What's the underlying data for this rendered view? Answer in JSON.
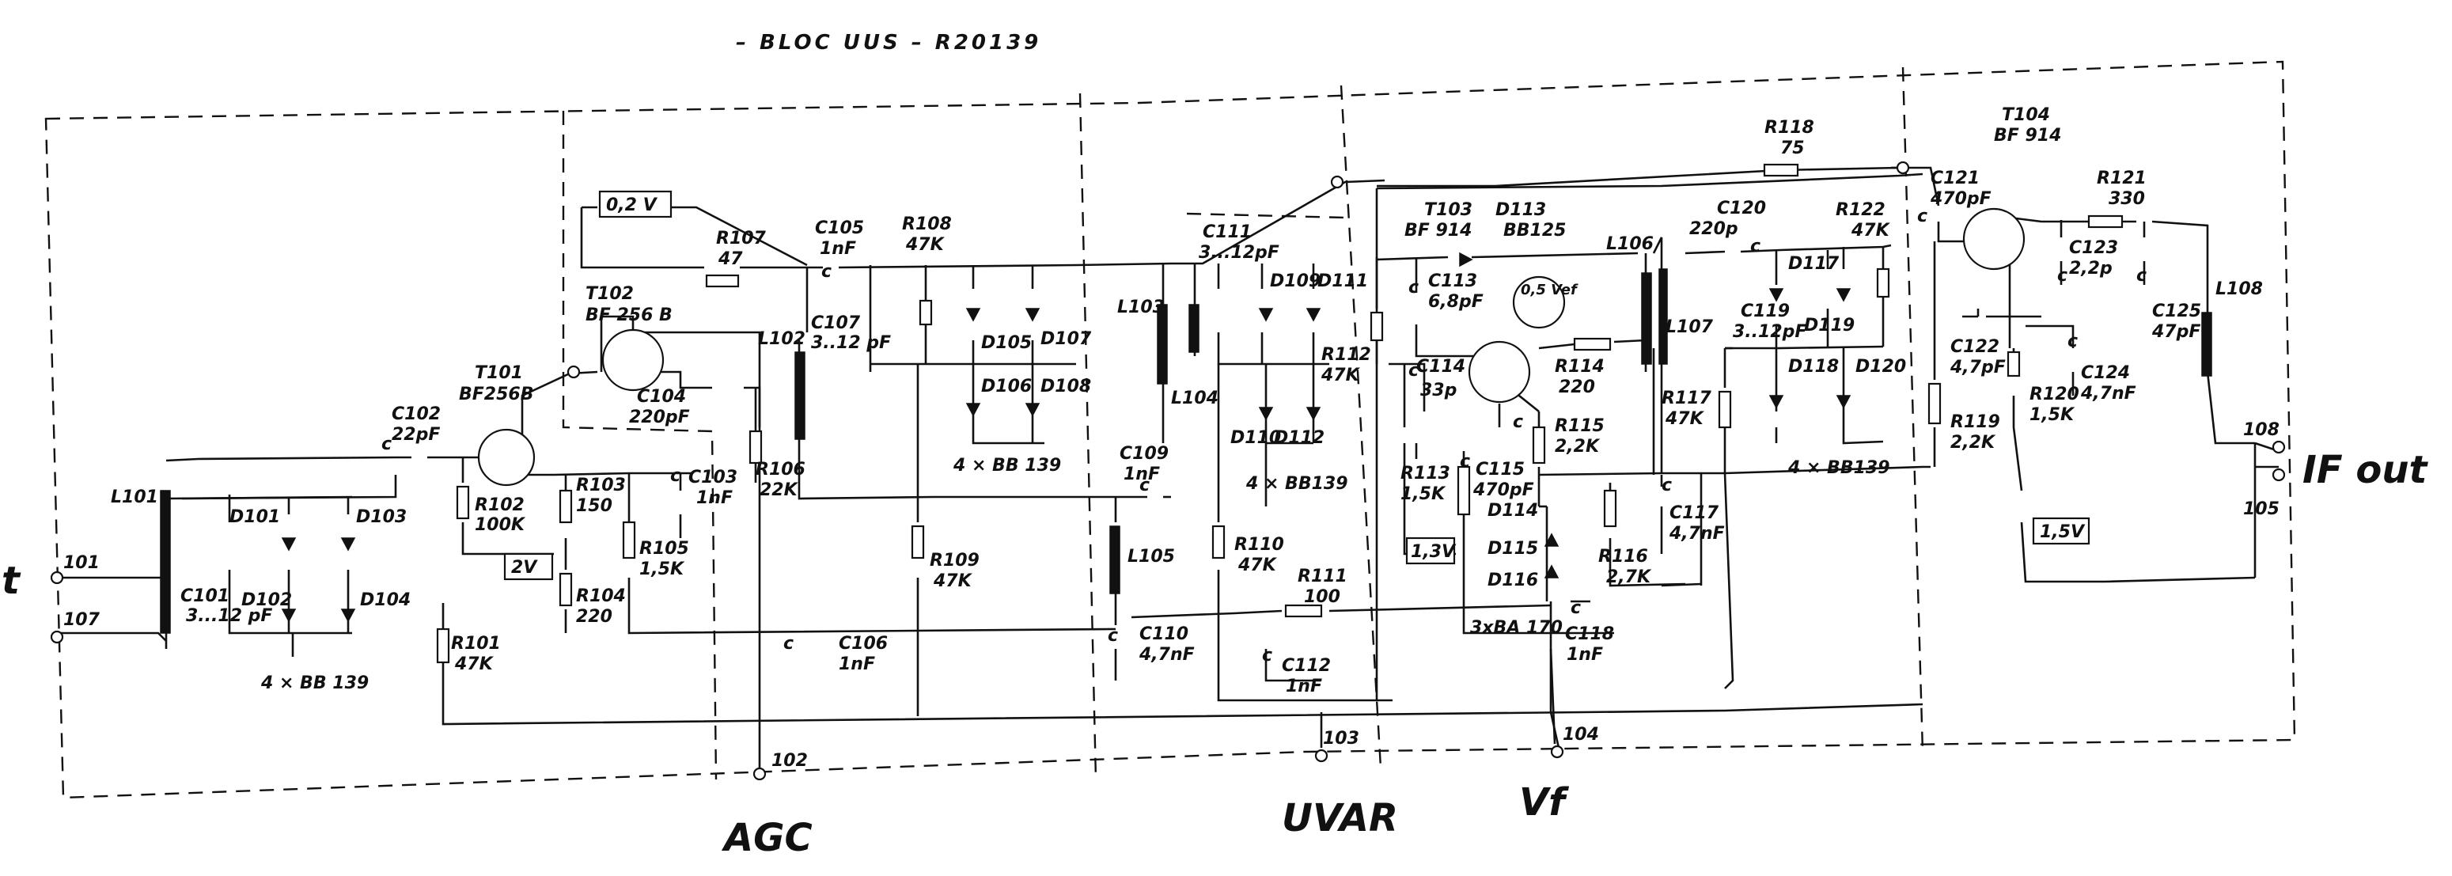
{
  "title": "– BLOC  UUS – R20139",
  "terminals": [
    {
      "id": "t101",
      "label": "101"
    },
    {
      "id": "t107",
      "label": "107"
    },
    {
      "id": "t102",
      "label": "102"
    },
    {
      "id": "t103",
      "label": "103"
    },
    {
      "id": "t104",
      "label": "104"
    },
    {
      "id": "t108",
      "label": "108"
    },
    {
      "id": "t105",
      "label": "105"
    }
  ],
  "handwritten": {
    "left": "t",
    "agc": "AGC",
    "uvar": "UVAR",
    "vf": "Vf",
    "if_out": "IF out"
  },
  "transistors": [
    {
      "ref": "T101",
      "type": "BF256B"
    },
    {
      "ref": "T102",
      "type": "BF 256 B"
    },
    {
      "ref": "T103",
      "type": "BF 914"
    },
    {
      "ref": "T104",
      "type": "BF 914"
    }
  ],
  "voltages": [
    "0,2 V",
    "2V",
    "1,3V",
    "0,5 Vef",
    "1,5V"
  ],
  "components": [
    {
      "ref": "L101",
      "value": ""
    },
    {
      "ref": "C101",
      "value": "3...12 pF"
    },
    {
      "ref": "D101",
      "value": ""
    },
    {
      "ref": "D102",
      "value": ""
    },
    {
      "ref": "D103",
      "value": ""
    },
    {
      "ref": "D104",
      "value": ""
    },
    {
      "ref": "C102",
      "value": "22pF"
    },
    {
      "ref": "R102",
      "value": "100K"
    },
    {
      "ref": "R103",
      "value": "150"
    },
    {
      "ref": "R104",
      "value": "220"
    },
    {
      "ref": "R105",
      "value": "1,5K"
    },
    {
      "ref": "C103",
      "value": "1nF"
    },
    {
      "ref": "R101",
      "value": "47K"
    },
    {
      "ref": "C104",
      "value": "220pF"
    },
    {
      "ref": "R106",
      "value": "22K"
    },
    {
      "ref": "R107",
      "value": "47"
    },
    {
      "ref": "C105",
      "value": "1nF"
    },
    {
      "ref": "L102",
      "value": ""
    },
    {
      "ref": "C107",
      "value": "3..12 pF"
    },
    {
      "ref": "C106",
      "value": "1nF"
    },
    {
      "ref": "R108",
      "value": "47K"
    },
    {
      "ref": "D105",
      "value": ""
    },
    {
      "ref": "D106",
      "value": ""
    },
    {
      "ref": "D107",
      "value": ""
    },
    {
      "ref": "D108",
      "value": ""
    },
    {
      "ref": "R109",
      "value": "47K"
    },
    {
      "ref": "L103",
      "value": ""
    },
    {
      "ref": "L104",
      "value": ""
    },
    {
      "ref": "C111",
      "value": "3...12pF"
    },
    {
      "ref": "C109",
      "value": "1nF"
    },
    {
      "ref": "L105",
      "value": ""
    },
    {
      "ref": "C110",
      "value": "4,7nF"
    },
    {
      "ref": "D109",
      "value": ""
    },
    {
      "ref": "D110",
      "value": ""
    },
    {
      "ref": "D111",
      "value": ""
    },
    {
      "ref": "D112",
      "value": ""
    },
    {
      "ref": "R112",
      "value": "47K"
    },
    {
      "ref": "R110",
      "value": "47K"
    },
    {
      "ref": "R111",
      "value": "100"
    },
    {
      "ref": "C112",
      "value": "1nF"
    },
    {
      "ref": "D113",
      "value": "BB125"
    },
    {
      "ref": "C113",
      "value": "6,8pF"
    },
    {
      "ref": "C114",
      "value": "33p"
    },
    {
      "ref": "R113",
      "value": "1,5K"
    },
    {
      "ref": "C115",
      "value": "470pF"
    },
    {
      "ref": "R114",
      "value": "220"
    },
    {
      "ref": "R115",
      "value": "2,2K"
    },
    {
      "ref": "D114",
      "value": ""
    },
    {
      "ref": "D115",
      "value": ""
    },
    {
      "ref": "D116",
      "value": ""
    },
    {
      "ref": "R116",
      "value": "2,7K"
    },
    {
      "ref": "C117",
      "value": "4,7nF"
    },
    {
      "ref": "C118",
      "value": "1nF"
    },
    {
      "ref": "L106",
      "value": ""
    },
    {
      "ref": "L107",
      "value": ""
    },
    {
      "ref": "R117",
      "value": "47K"
    },
    {
      "ref": "R118",
      "value": "75"
    },
    {
      "ref": "C119",
      "value": "3..12pF"
    },
    {
      "ref": "C120",
      "value": "220p"
    },
    {
      "ref": "R122",
      "value": "47K"
    },
    {
      "ref": "D117",
      "value": ""
    },
    {
      "ref": "D118",
      "value": ""
    },
    {
      "ref": "D119",
      "value": ""
    },
    {
      "ref": "D120",
      "value": ""
    },
    {
      "ref": "C121",
      "value": "470pF"
    },
    {
      "ref": "R121",
      "value": "330"
    },
    {
      "ref": "C122",
      "value": "4,7pF"
    },
    {
      "ref": "R119",
      "value": "2,2K"
    },
    {
      "ref": "R120",
      "value": "1,5K"
    },
    {
      "ref": "C123",
      "value": "2,2p"
    },
    {
      "ref": "C124",
      "value": "4,7nF"
    },
    {
      "ref": "C125",
      "value": "47pF"
    },
    {
      "ref": "L108",
      "value": ""
    }
  ],
  "diode_groups": [
    "4 × BB 139",
    "4 × BB 139",
    "4 × BB139",
    "4 × BB139",
    "3xBA 170"
  ],
  "cap_marks": [
    "c",
    "c",
    "c",
    "c",
    "c",
    "c",
    "c",
    "c",
    "c",
    "c",
    "c",
    "c",
    "c",
    "c",
    "c",
    "c",
    "c",
    "c"
  ]
}
